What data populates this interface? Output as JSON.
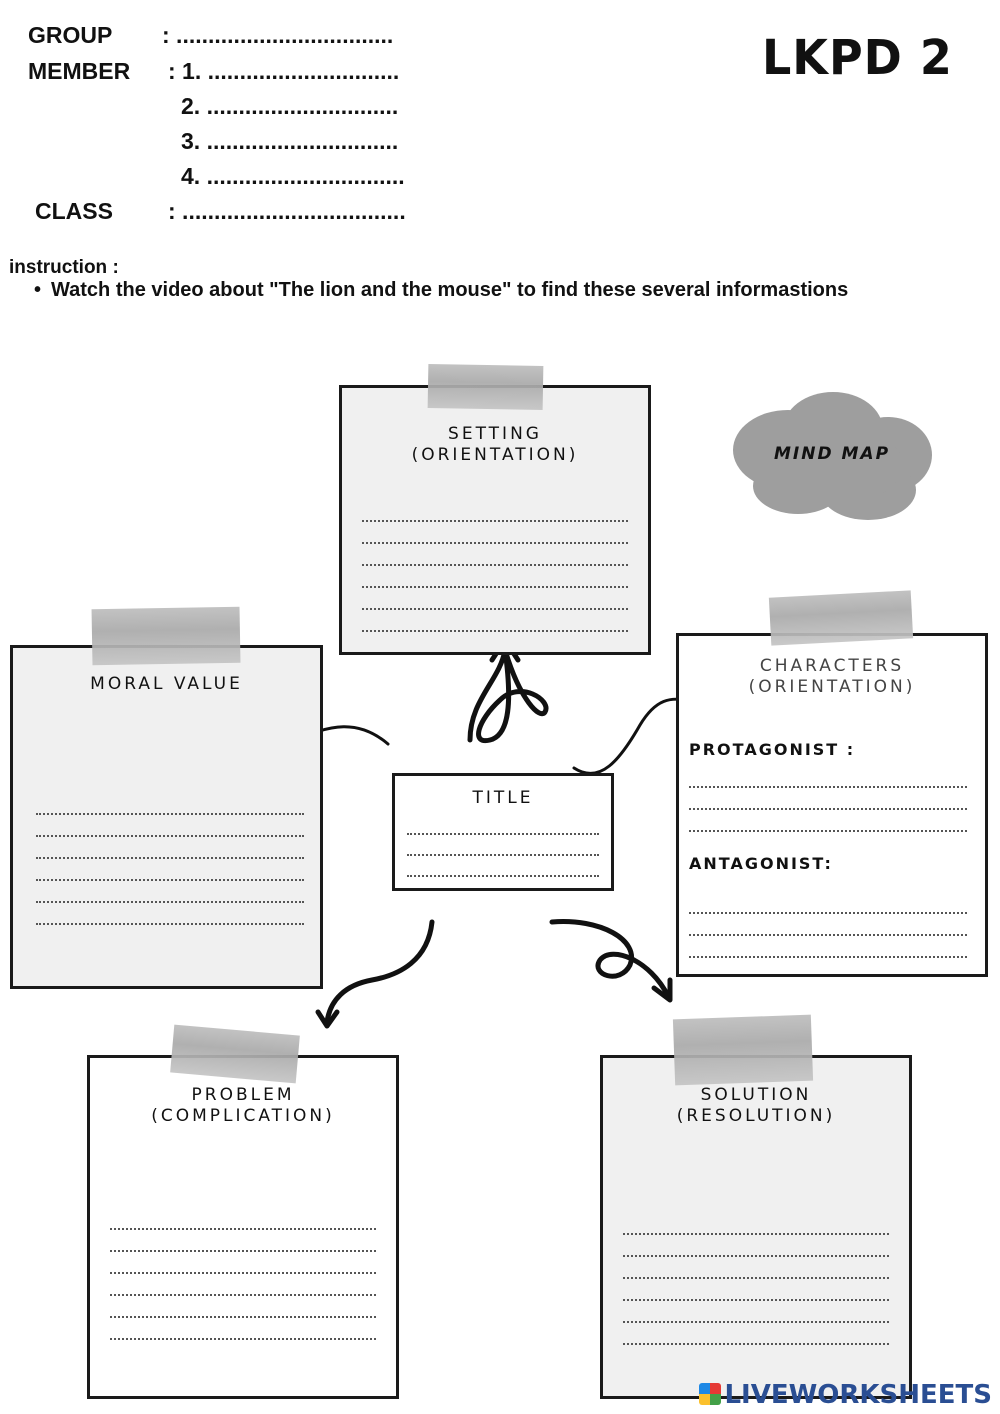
{
  "header": {
    "group_label": "GROUP",
    "group_value": ": ..................................",
    "member_label": "MEMBER",
    "member_1": ": 1. ..............................",
    "member_2": "2. ..............................",
    "member_3": "3. ..............................",
    "member_4": "4. ...............................",
    "class_label": "CLASS",
    "class_value": ": ...................................",
    "logo": "LKPD 2"
  },
  "instruction": {
    "label": "instruction :",
    "items": [
      "Watch the video about \"The lion and the mouse\" to find these several informastions"
    ]
  },
  "cloud": {
    "label": "MIND MAP",
    "color": "#9e9e9e"
  },
  "cards": {
    "setting": {
      "title": "SETTING\n(ORIENTATION)"
    },
    "moral": {
      "title": "MORAL VALUE"
    },
    "characters": {
      "title": "CHARACTERS\n(ORIENTATION)",
      "protagonist_label": "PROTAGONIST :",
      "antagonist_label": "ANTAGONIST:"
    },
    "title_box": {
      "title": "TITLE"
    },
    "problem": {
      "title": "PROBLEM\n(COMPLICATION)"
    },
    "solution": {
      "title": "SOLUTION\n(RESOLUTION)"
    }
  },
  "watermark": {
    "text": "LIVEWORKSHEETS",
    "color": "#2a4e93"
  }
}
